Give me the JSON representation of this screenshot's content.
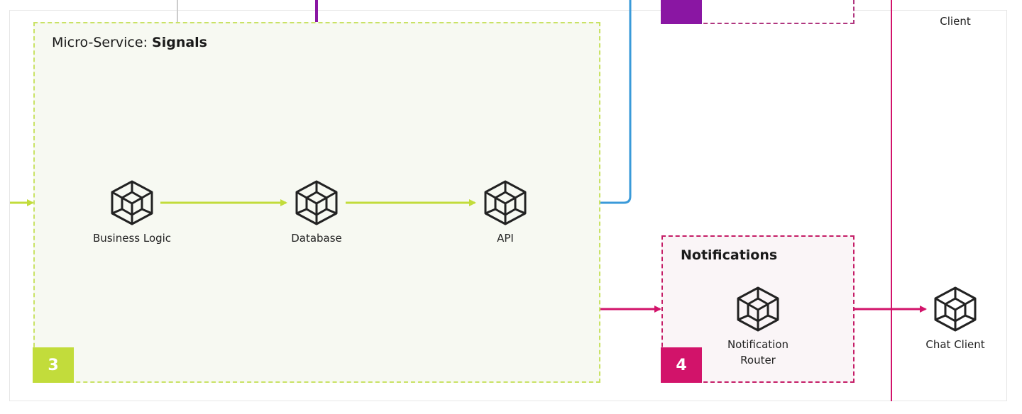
{
  "signals": {
    "title_prefix": "Micro-Service: ",
    "title_bold": "Signals",
    "badge": "3",
    "nodes": [
      {
        "label": "Business Logic",
        "icon": "cube-icon"
      },
      {
        "label": "Database",
        "icon": "cube-icon"
      },
      {
        "label": "API",
        "icon": "cube-icon"
      }
    ]
  },
  "notifications": {
    "title": "Notifications",
    "badge": "4",
    "node": {
      "label": "Notification Router",
      "icon": "cube-icon"
    }
  },
  "external": {
    "chat_client": "Chat Client",
    "top_client": "Client"
  },
  "colors": {
    "green": "#c2dc3b",
    "magenta": "#d2136a",
    "blue": "#3a9ad9",
    "purple": "#8a16a3"
  }
}
